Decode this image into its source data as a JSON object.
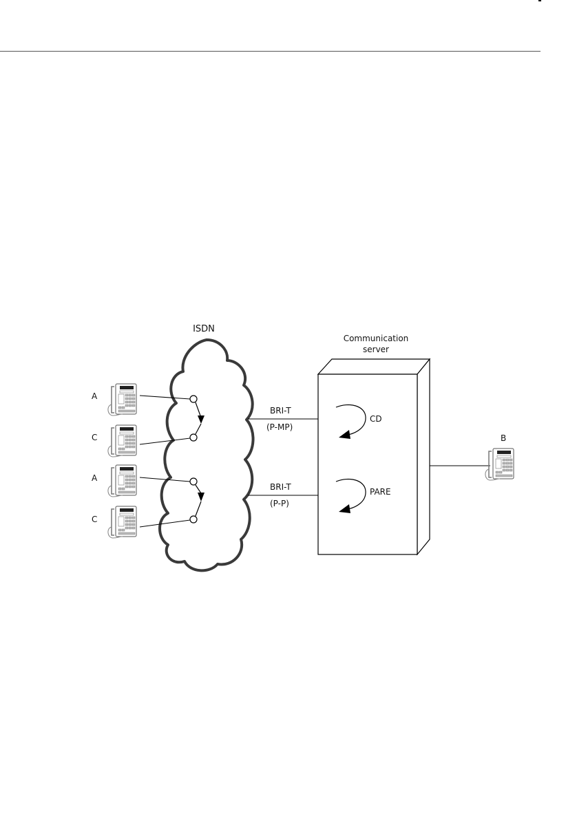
{
  "diagram": {
    "network_label": "ISDN",
    "server_label_line1": "Communication",
    "server_label_line2": "server",
    "trunk_top_line1": "BRI-T",
    "trunk_top_line2": "(P-MP)",
    "trunk_bottom_line1": "BRI-T",
    "trunk_bottom_line2": "(P-P)",
    "feature_top": "CD",
    "feature_bottom": "PARE",
    "phone_labels": [
      "A",
      "C",
      "A",
      "C"
    ],
    "remote_phone_label": "B",
    "line_color": "#000000",
    "cloud_outline_color": "#3a3a3a"
  }
}
